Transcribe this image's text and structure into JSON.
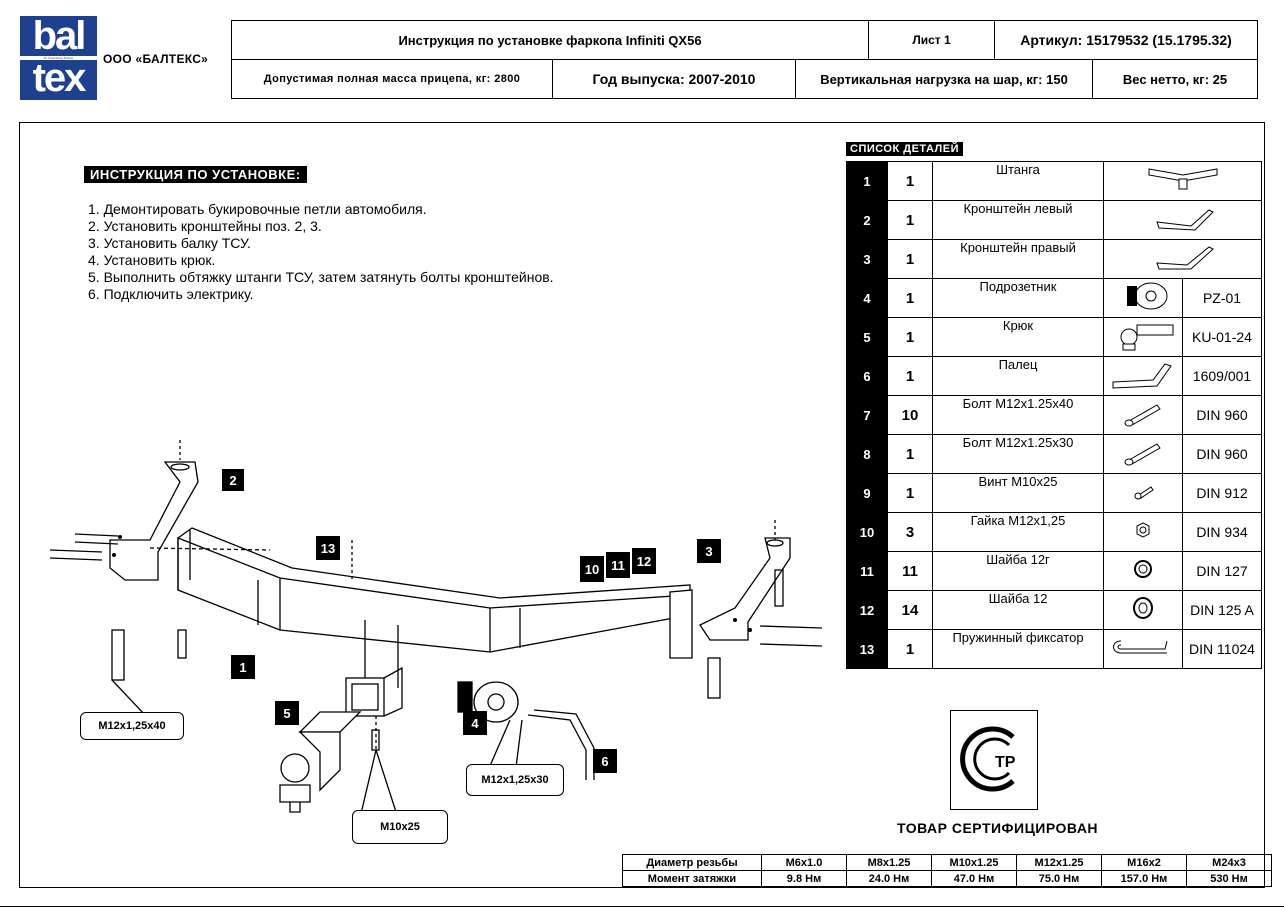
{
  "header": {
    "logo_top": "bal",
    "logo_bottom": "tex",
    "logo_small": "St. Petersburg Russia",
    "company": "ООО «БАЛТЕКС»",
    "title": "Инструкция по установке фаркопа Infiniti QX56",
    "sheet": "Лист 1",
    "article": "Артикул: 15179532  (15.1795.32)",
    "max_mass": "Допустимая полная масса прицепа, кг: 2800",
    "year": "Год выпуска: 2007-2010",
    "vertical_load": "Вертикальная нагрузка на шар, кг: 150",
    "net_weight": "Вес нетто, кг: 25"
  },
  "instructions": {
    "title": "ИНСТРУКЦИЯ ПО УСТАНОВКЕ:",
    "steps": [
      "1. Демонтировать букировочные петли автомобиля.",
      "2. Установить кронштейны поз. 2, 3.",
      "3. Установить балку ТСУ.",
      "4. Установить крюк.",
      "5. Выполнить обтяжку штанги ТСУ, затем затянуть болты кронштейнов.",
      "6. Подключить электрику."
    ]
  },
  "parts": {
    "title": "СПИСОК ДЕТАЛЕЙ",
    "rows": [
      {
        "num": "1",
        "qty": "1",
        "name": "Штанга",
        "code": "",
        "icon": "hitch-bar-icon"
      },
      {
        "num": "2",
        "qty": "1",
        "name": "Кронштейн левый",
        "code": "",
        "icon": "left-bracket-icon"
      },
      {
        "num": "3",
        "qty": "1",
        "name": "Кронштейн правый",
        "code": "",
        "icon": "right-bracket-icon"
      },
      {
        "num": "4",
        "qty": "1",
        "name": "Подрозетник",
        "code": "PZ-01",
        "icon": "socket-plate-icon"
      },
      {
        "num": "5",
        "qty": "1",
        "name": "Крюк",
        "code": "KU-01-24",
        "icon": "tow-ball-icon"
      },
      {
        "num": "6",
        "qty": "1",
        "name": "Палец",
        "code": "1609/001",
        "icon": "pin-icon"
      },
      {
        "num": "7",
        "qty": "10",
        "name": "Болт М12х1.25х40",
        "code": "DIN 960",
        "icon": "bolt-icon"
      },
      {
        "num": "8",
        "qty": "1",
        "name": "Болт М12х1.25х30",
        "code": "DIN 960",
        "icon": "bolt-icon"
      },
      {
        "num": "9",
        "qty": "1",
        "name": "Винт М10х25",
        "code": "DIN 912",
        "icon": "screw-icon"
      },
      {
        "num": "10",
        "qty": "3",
        "name": "Гайка М12х1,25",
        "code": "DIN 934",
        "icon": "nut-icon"
      },
      {
        "num": "11",
        "qty": "11",
        "name": "Шайба 12г",
        "code": "DIN 127",
        "icon": "spring-washer-icon"
      },
      {
        "num": "12",
        "qty": "14",
        "name": "Шайба 12",
        "code": "DIN 125 A",
        "icon": "washer-icon"
      },
      {
        "num": "13",
        "qty": "1",
        "name": "Пружинный фиксатор",
        "code": "DIN 11024",
        "icon": "spring-clip-icon"
      }
    ]
  },
  "diagram": {
    "callouts": [
      "1",
      "2",
      "3",
      "4",
      "5",
      "6",
      "10",
      "11",
      "12",
      "13"
    ],
    "dim_left": "M12x1,25x40",
    "dim_mid": "M12x1,25x30",
    "dim_bottom": "M10x25"
  },
  "certification": {
    "mark": "ТР",
    "text": "ТОВАР СЕРТИФИЦИРОВАН"
  },
  "torque": {
    "row1_label": "Диаметр резьбы",
    "row2_label": "Момент затяжки",
    "sizes": [
      "M6x1.0",
      "M8x1.25",
      "M10x1.25",
      "M12x1.25",
      "M16x2",
      "M24x3"
    ],
    "values": [
      "9.8 Нм",
      "24.0 Нм",
      "47.0 Нм",
      "75.0 Нм",
      "157.0 Нм",
      "530 Нм"
    ]
  }
}
